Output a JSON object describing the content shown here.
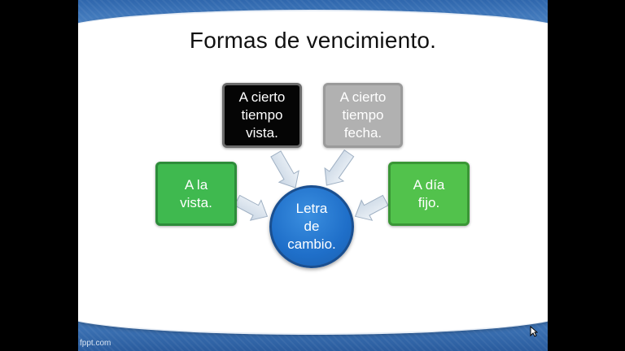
{
  "slide": {
    "title": "Formas de vencimiento.",
    "footer": "fppt.com"
  },
  "diagram": {
    "center": {
      "lines": [
        "Letra",
        "de",
        "cambio."
      ],
      "color": "#1f6fc9"
    },
    "boxes": [
      {
        "id": "cierto-tiempo-vista",
        "lines": [
          "A cierto",
          "tiempo",
          "vista."
        ],
        "color": "#050505"
      },
      {
        "id": "cierto-tiempo-fecha",
        "lines": [
          "A cierto",
          "tiempo",
          "fecha."
        ],
        "color": "#b1b1b1"
      },
      {
        "id": "la-vista",
        "lines": [
          "A la",
          "vista."
        ],
        "color": "#3fb94f"
      },
      {
        "id": "dia-fijo",
        "lines": [
          "A día",
          "fijo."
        ],
        "color": "#52c24c"
      }
    ],
    "arrow_color": "#dfe8f2"
  }
}
